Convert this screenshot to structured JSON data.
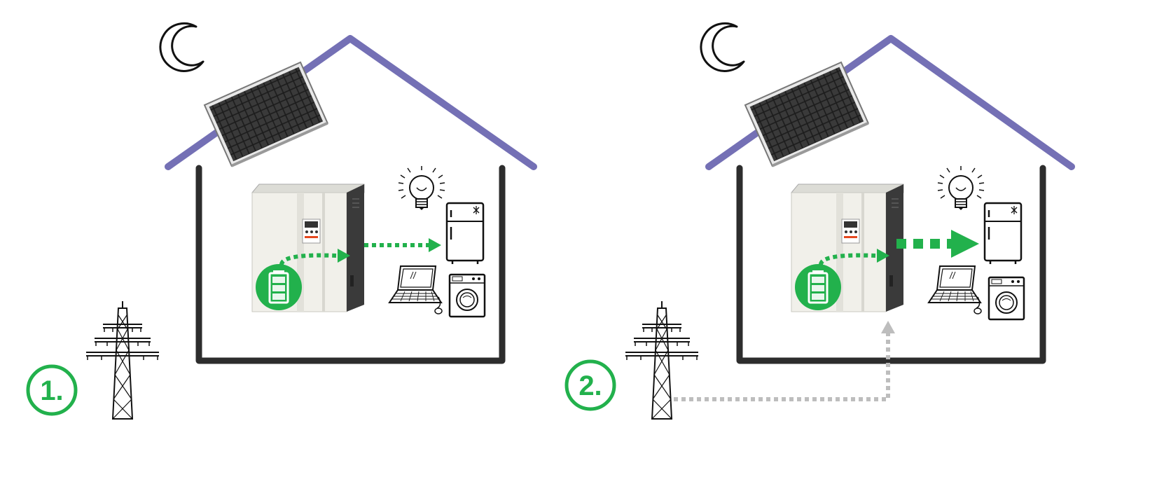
{
  "panels": [
    {
      "id": "panel-1",
      "step_label": "1.",
      "grid_supply": false,
      "output_strength": "low"
    },
    {
      "id": "panel-2",
      "step_label": "2.",
      "grid_supply": true,
      "output_strength": "high"
    }
  ],
  "colors": {
    "roof": "#7470b5",
    "wall": "#2d2d2d",
    "green": "#22b14c",
    "grid_flow": "#bdbdbd",
    "cabinet": "#f1f0ea",
    "cabinet_side": "#3a3a3a"
  },
  "icons": [
    "moon-icon",
    "solar-panel-icon",
    "battery-storage-cabinet",
    "battery-icon",
    "light-bulb-icon",
    "fridge-icon",
    "laptop-icon",
    "washing-machine-icon",
    "power-pylon-icon"
  ]
}
